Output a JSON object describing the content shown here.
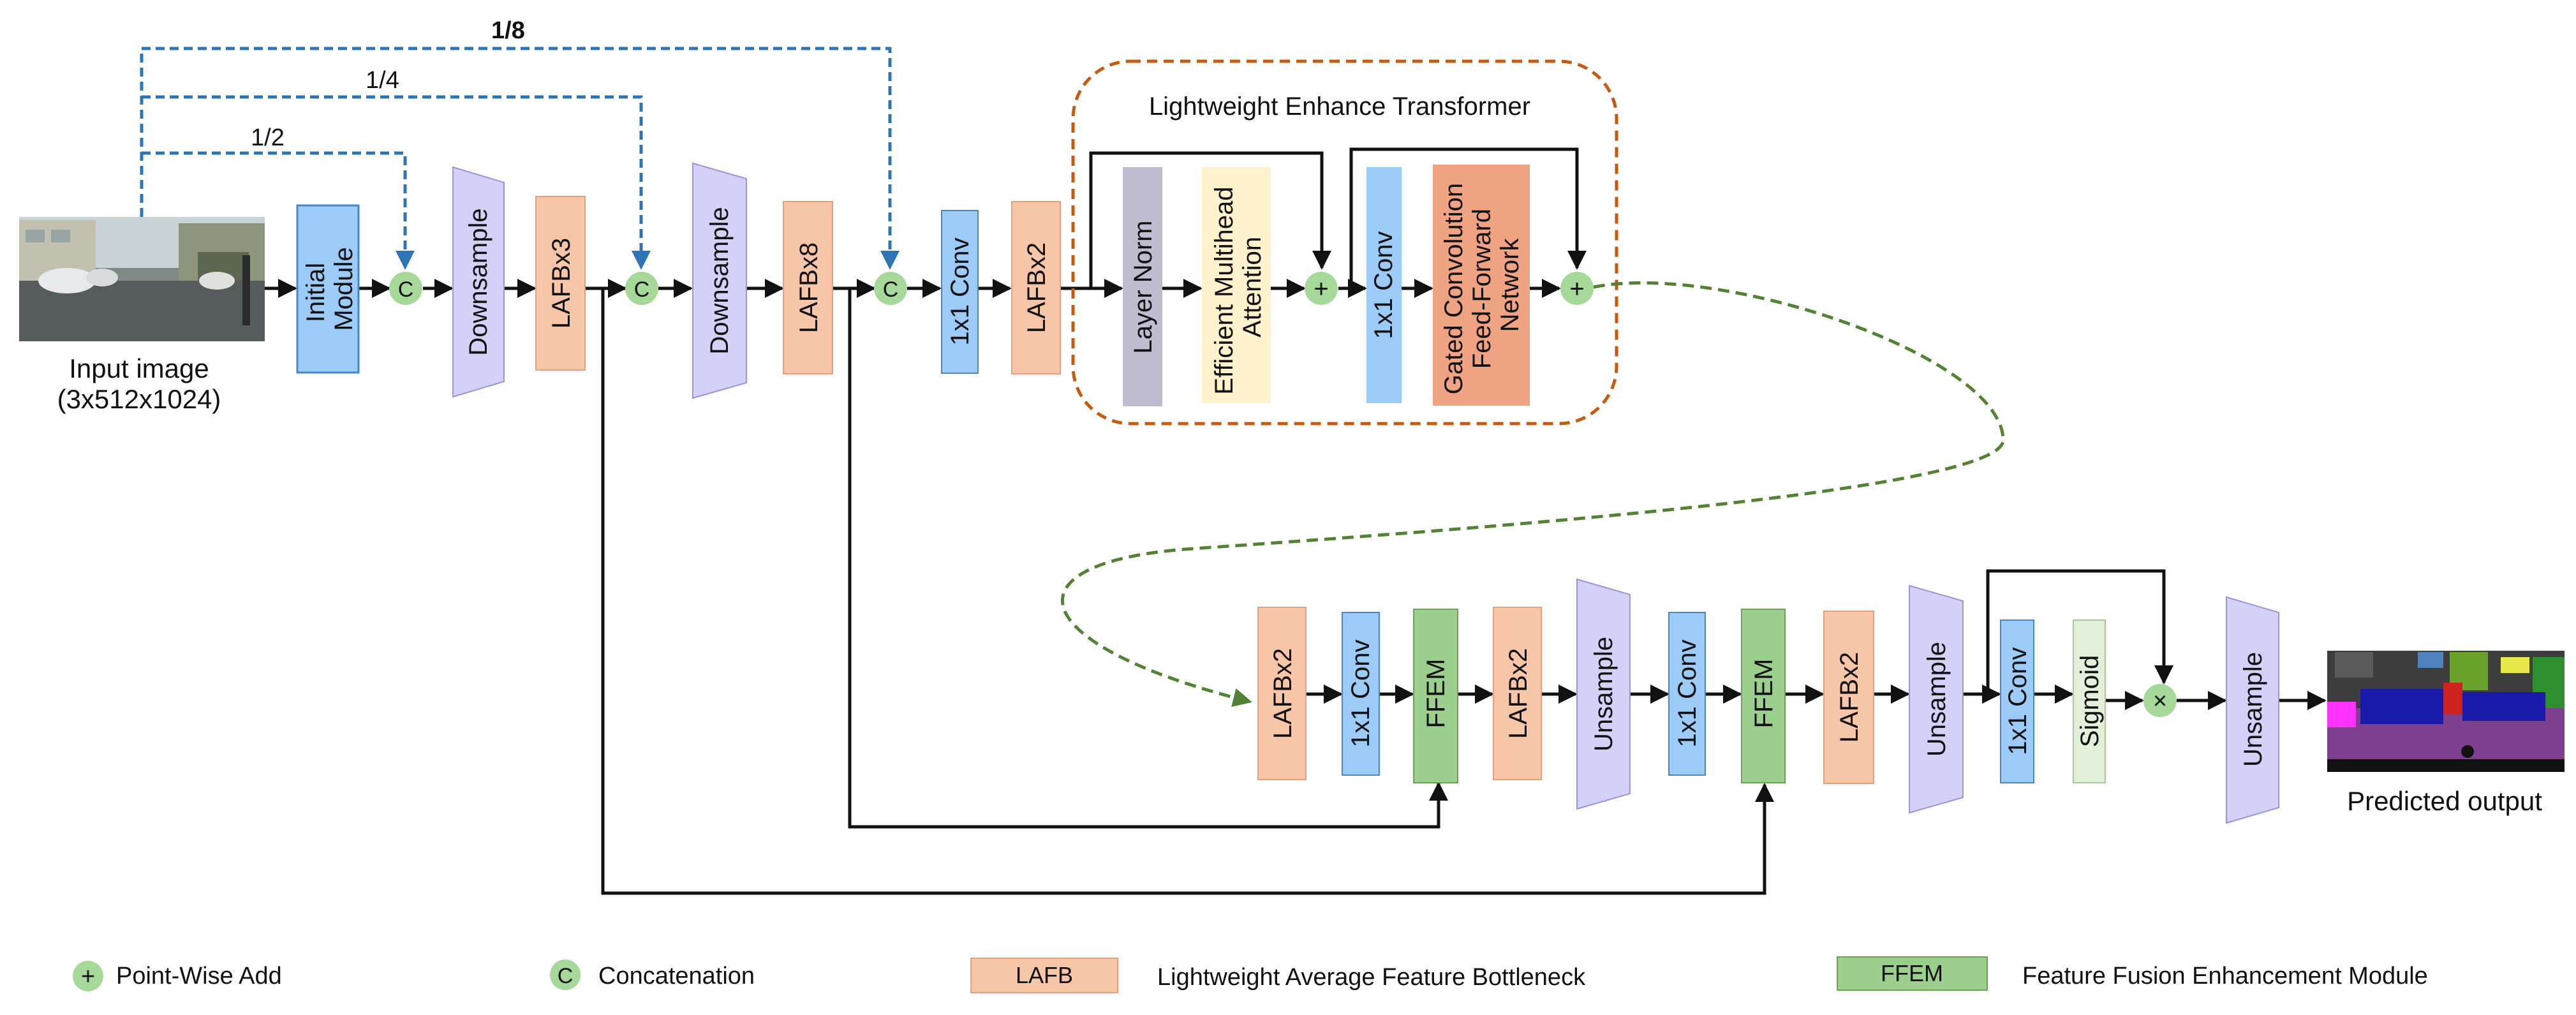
{
  "skip_labels": {
    "half": "1/2",
    "quarter": "1/4",
    "eighth": "1/8"
  },
  "input": {
    "label": "Input image",
    "size": "(3x512x1024)"
  },
  "output": {
    "label": "Predicted output"
  },
  "encoder": {
    "initial_module": [
      "Initial",
      "Module"
    ],
    "downsample_1": "Downsample",
    "lafb_x3": "LAFBx3",
    "downsample_2": "Downsample",
    "lafb_x8": "LAFBx8",
    "conv_1x1": "1x1 Conv",
    "lafb_x2": "LAFBx2"
  },
  "let": {
    "title": "Lightweight  Enhance Transformer",
    "layer_norm": "Layer Norm",
    "attention": [
      "Efficient Multihead",
      "Attention"
    ],
    "conv_1x1": "1x1 Conv",
    "gcffn": [
      "Gated Convolution",
      "Feed-Forward",
      "Network"
    ]
  },
  "decoder": {
    "lafb_a": "LAFBx2",
    "conv_a": "1x1 Conv",
    "ffem_a": "FFEM",
    "lafb_b": "LAFBx2",
    "upsample_a": "Unsample",
    "conv_b": "1x1 Conv",
    "ffem_b": "FFEM",
    "lafb_c": "LAFBx2",
    "upsample_b": "Unsample",
    "conv_c": "1x1 Conv",
    "sigmoid": "Sigmoid",
    "upsample_c": "Unsample"
  },
  "symbols": {
    "concat": "C",
    "add": "+",
    "multiply": "×"
  },
  "legend": {
    "add_label": "Point-Wise Add",
    "concat_label": "Concatenation",
    "lafb_box": "LAFB",
    "lafb_desc": "Lightweight Average Feature Bottleneck",
    "ffem_box": "FFEM",
    "ffem_desc": "Feature Fusion Enhancement Module"
  },
  "colors": {
    "blue_block": "#9dcbf7",
    "salmon_block": "#f7c5a8",
    "lavender_block": "#d4d0f7",
    "green_block": "#9ccf8e",
    "green_circle": "#a6d89a",
    "layer_norm": "#c0bcd0",
    "attention": "#fff2cc",
    "gcffn": "#f0a383",
    "sigmoid": "#e2f0d9",
    "skip_line": "#2e75b6",
    "let_border": "#c55a11",
    "flow_dashed": "#548235"
  }
}
